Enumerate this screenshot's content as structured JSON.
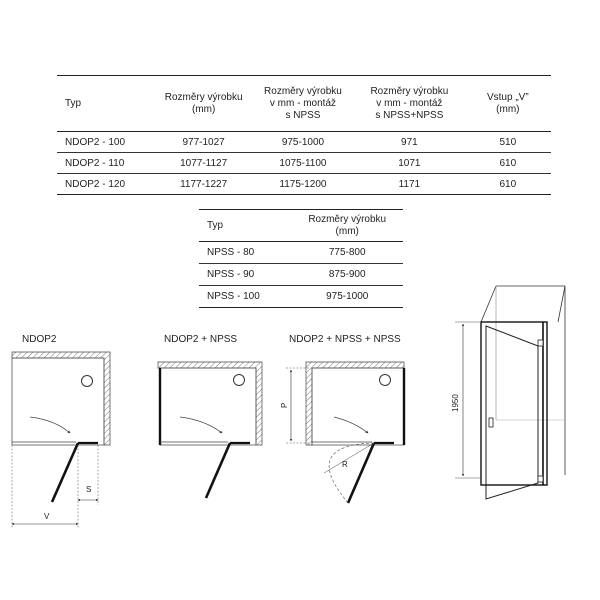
{
  "table_main": {
    "headers": [
      [
        "Typ"
      ],
      [
        "Rozměry výrobku",
        "(mm)"
      ],
      [
        "Rozměry výrobku",
        "v mm - montáž",
        "s NPSS"
      ],
      [
        "Rozměry výrobku",
        "v mm - montáž",
        "s NPSS+NPSS"
      ],
      [
        "Vstup „V”",
        "(mm)"
      ]
    ],
    "rows": [
      [
        "NDOP2 - 100",
        "977-1027",
        "975-1000",
        "971",
        "510"
      ],
      [
        "NDOP2 - 110",
        "1077-1127",
        "1075-1100",
        "1071",
        "610"
      ],
      [
        "NDOP2 - 120",
        "1177-1227",
        "1175-1200",
        "1171",
        "610"
      ]
    ]
  },
  "table_npss": {
    "headers": [
      [
        "Typ"
      ],
      [
        "Rozměry výrobku",
        "(mm)"
      ]
    ],
    "rows": [
      [
        "NPSS - 80",
        "775-800"
      ],
      [
        "NPSS - 90",
        "875-900"
      ],
      [
        "NPSS - 100",
        "975-1000"
      ]
    ]
  },
  "diagrams": {
    "ndop2": {
      "title": "NDOP2",
      "dim_s": "S",
      "dim_v": "V"
    },
    "ndop2_npss": {
      "title": "NDOP2 + NPSS"
    },
    "ndop2_npss_npss": {
      "title": "NDOP2 + NPSS + NPSS",
      "dim_p": "P",
      "dim_r": "R"
    },
    "perspective": {
      "height_label": "1950"
    }
  }
}
